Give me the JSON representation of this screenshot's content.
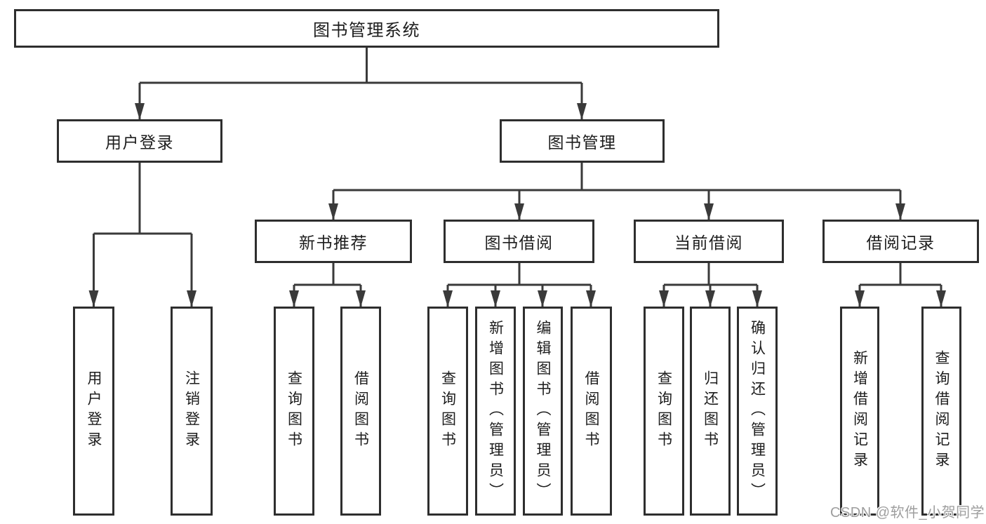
{
  "diagram": {
    "root": "图书管理系统",
    "user_login": {
      "label": "用户登录",
      "children": [
        "用户登录",
        "注销登录"
      ]
    },
    "book_management": {
      "label": "图书管理",
      "modules": {
        "new_book_recommend": {
          "label": "新书推荐",
          "children": [
            "查询图书",
            "借阅图书"
          ]
        },
        "book_borrow": {
          "label": "图书借阅",
          "children": [
            "查询图书",
            "新增图书（管理员）",
            "编辑图书（管理员）",
            "借阅图书"
          ]
        },
        "current_borrow": {
          "label": "当前借阅",
          "children": [
            "查询图书",
            "归还图书",
            "确认归还（管理员）"
          ]
        },
        "borrow_record": {
          "label": "借阅记录",
          "children": [
            "新增借阅记录",
            "查询借阅记录"
          ]
        }
      }
    }
  },
  "watermark": "CSDN @软件_小贺同学",
  "colors": {
    "line": "#3a3a3a",
    "box_border": "#2e2e2e",
    "text": "#1d1d1d",
    "watermark_text": "#9e9e9e",
    "background": "#ffffff"
  }
}
